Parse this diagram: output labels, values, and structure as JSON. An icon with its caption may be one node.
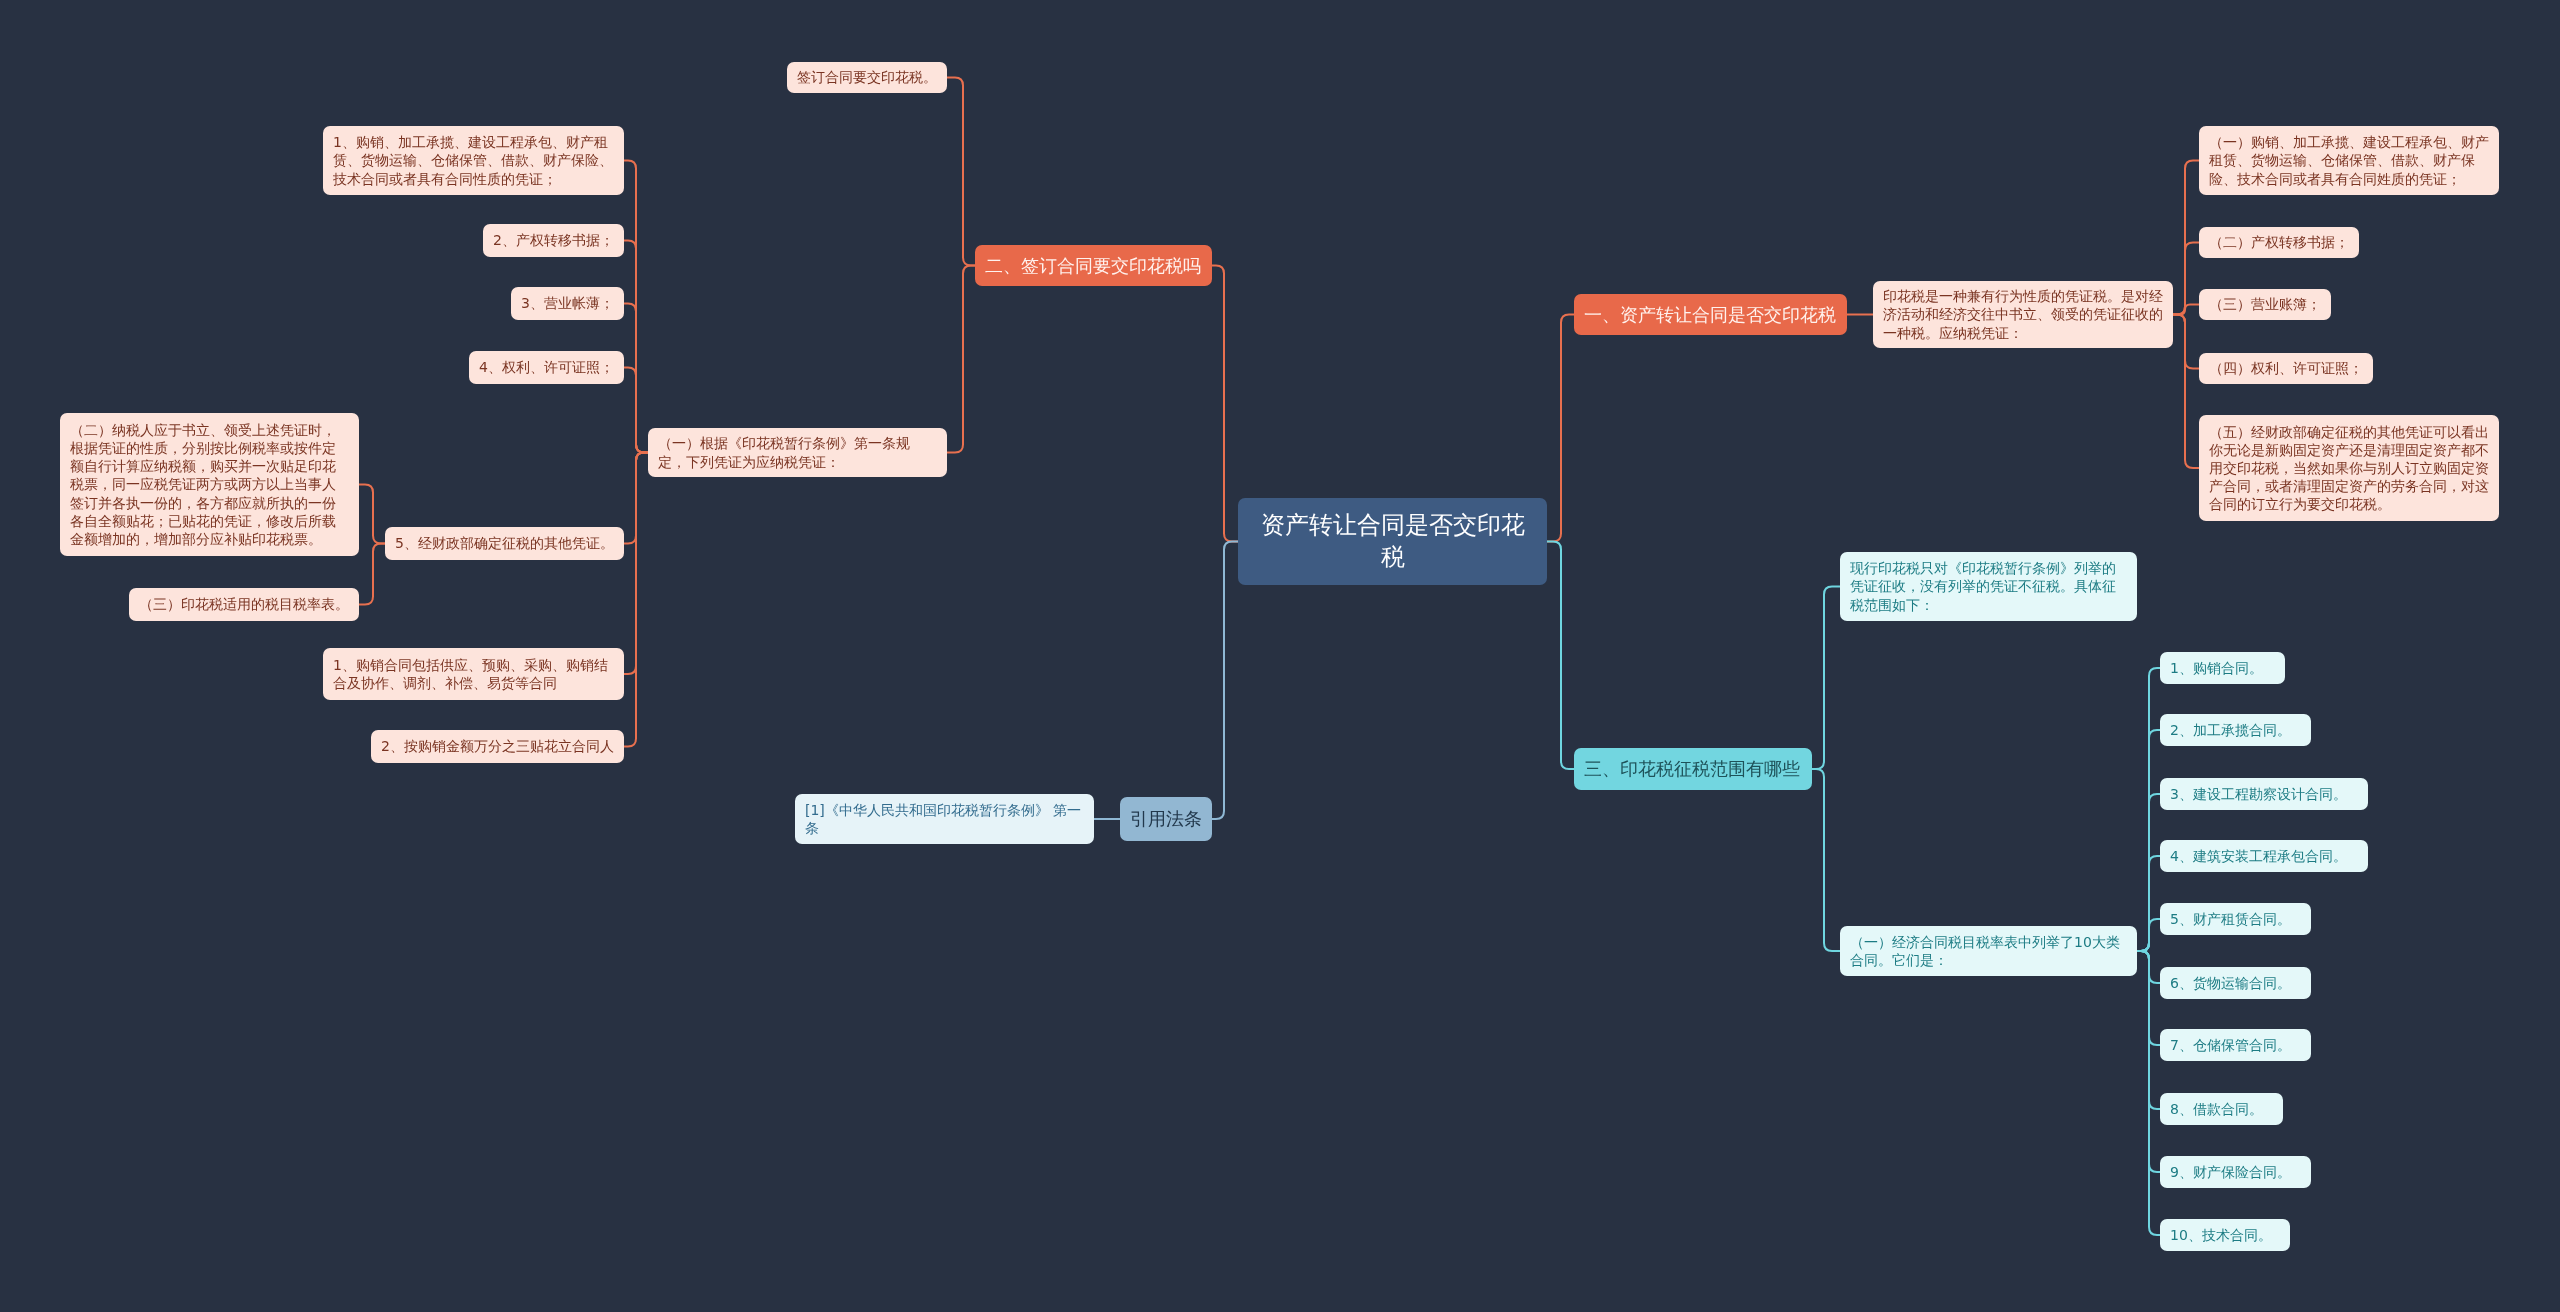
{
  "diagram": {
    "nodes": [
      {
        "text": [
          "资产转让合同是否交印花税"
        ]
      },
      {
        "text": [
          "二、签订合同要交印花税吗"
        ]
      },
      {
        "text": [
          "签订合同要交印花税。"
        ]
      },
      {
        "text": [
          "（一）根据《印花税暂行条例》第一条规定，下列凭证为应纳税凭证："
        ]
      },
      {
        "text": [
          "1、购销、加工承揽、建设工程承包、财产租赁、货物运输、仓储保管、借款、财产保险、技术合同或者具有合同性质的凭证；"
        ]
      },
      {
        "text": [
          "2、产权转移书据；"
        ]
      },
      {
        "text": [
          "3、营业帐薄；"
        ]
      },
      {
        "text": [
          "4、权利、许可证照；"
        ]
      },
      {
        "text": [
          "5、经财政部确定征税的其他凭证。"
        ]
      },
      {
        "text": [
          "（二）纳税人应于书立、领受上述凭证时，根据凭证的性质，分别按比例税率或按件定额自行计算应纳税额，购买并一次贴足印花税票，同一应税凭证两方或两方以上当事人签订并各执一份的，各方都应就所执的一份各自全额贴花；已贴花的凭证，修改后所载金额增加的，增加部分应补贴印花税票。"
        ]
      },
      {
        "text": [
          "（三）印花税适用的税目税率表。"
        ]
      },
      {
        "text": [
          "1、购销合同包括供应、预购、采购、购销结合及协作、调剂、补偿、易货等合同"
        ]
      },
      {
        "text": [
          "2、按购销金额万分之三贴花立合同人"
        ]
      },
      {
        "text": [
          "引用法条"
        ]
      },
      {
        "text": [
          "[1]《中华人民共和国印花税暂行条例》 第一条"
        ]
      },
      {
        "text": [
          "一、资产转让合同是否交印花税"
        ]
      },
      {
        "text": [
          "印花税是一种兼有行为性质的凭证税。是对经济活动和经济交往中书立、领受的凭证征收的一种税。应纳税凭证："
        ]
      },
      {
        "text": [
          "（一）购销、加工承揽、建设工程承包、财产租赁、货物运输、仓储保管、借款、财产保险、技术合同或者具有合同姓质的凭证；"
        ]
      },
      {
        "text": [
          "（二）产权转移书据；"
        ]
      },
      {
        "text": [
          "（三）营业账簿；"
        ]
      },
      {
        "text": [
          "（四）权利、许可证照；"
        ]
      },
      {
        "text": [
          "（五）经财政部确定征税的其他凭证可以看出你无论是新购固定资产还是清理固定资产都不用交印花税，当然如果你与别人订立购固定资产合同，或者清理固定资产的劳务合同，对这合同的订立行为要交印花税。"
        ]
      },
      {
        "text": [
          "三、印花税征税范围有哪些"
        ]
      },
      {
        "text": [
          "现行印花税只对《印花税暂行条例》列举的凭证征收，没有列举的凭证不征税。具体征税范围如下："
        ]
      },
      {
        "text": [
          "（一）经济合同税目税率表中列举了10大类合同。它们是："
        ]
      },
      {
        "text": [
          "1、购销合同。"
        ]
      },
      {
        "text": [
          "2、加工承揽合同。"
        ]
      },
      {
        "text": [
          "3、建设工程勘察设计合同。"
        ]
      },
      {
        "text": [
          "4、建筑安装工程承包合同。"
        ]
      },
      {
        "text": [
          "5、财产租赁合同。"
        ]
      },
      {
        "text": [
          "6、货物运输合同。"
        ]
      },
      {
        "text": [
          "7、仓储保管合同。"
        ]
      },
      {
        "text": [
          "8、借款合同。"
        ]
      },
      {
        "text": [
          "9、财产保险合同。"
        ]
      },
      {
        "text": [
          "10、技术合同。"
        ]
      }
    ],
    "edges": [
      {
        "from": 0,
        "to": 1,
        "arrow": "none"
      },
      {
        "from": 1,
        "to": 2,
        "arrow": "none"
      },
      {
        "from": 1,
        "to": 3,
        "arrow": "none"
      },
      {
        "from": 3,
        "to": 4,
        "arrow": "none"
      },
      {
        "from": 3,
        "to": 5,
        "arrow": "none"
      },
      {
        "from": 3,
        "to": 6,
        "arrow": "none"
      },
      {
        "from": 3,
        "to": 7,
        "arrow": "none"
      },
      {
        "from": 3,
        "to": 8,
        "arrow": "none"
      },
      {
        "from": 8,
        "to": 9,
        "arrow": "none"
      },
      {
        "from": 8,
        "to": 10,
        "arrow": "none"
      },
      {
        "from": 3,
        "to": 11,
        "arrow": "none"
      },
      {
        "from": 3,
        "to": 12,
        "arrow": "none"
      },
      {
        "from": 0,
        "to": 13,
        "arrow": "none",
        "color": "#8fb8d4"
      },
      {
        "from": 13,
        "to": 14,
        "arrow": "none",
        "color": "#8fb8d4"
      },
      {
        "from": 0,
        "to": 15,
        "arrow": "none"
      },
      {
        "from": 15,
        "to": 16,
        "arrow": "none"
      },
      {
        "from": 16,
        "to": 17,
        "arrow": "none"
      },
      {
        "from": 16,
        "to": 18,
        "arrow": "none"
      },
      {
        "from": 16,
        "to": 19,
        "arrow": "none"
      },
      {
        "from": 16,
        "to": 20,
        "arrow": "none"
      },
      {
        "from": 16,
        "to": 21,
        "arrow": "none"
      },
      {
        "from": 0,
        "to": 22,
        "arrow": "none",
        "color": "#6fd6e0"
      },
      {
        "from": 22,
        "to": 23,
        "arrow": "none",
        "color": "#6fd6e0"
      },
      {
        "from": 22,
        "to": 24,
        "arrow": "none",
        "color": "#6fd6e0"
      },
      {
        "from": 24,
        "to": 25,
        "arrow": "none",
        "color": "#6fd6e0"
      },
      {
        "from": 24,
        "to": 26,
        "arrow": "none",
        "color": "#6fd6e0"
      },
      {
        "from": 24,
        "to": 27,
        "arrow": "none",
        "color": "#6fd6e0"
      },
      {
        "from": 24,
        "to": 28,
        "arrow": "none",
        "color": "#6fd6e0"
      },
      {
        "from": 24,
        "to": 29,
        "arrow": "none",
        "color": "#6fd6e0"
      },
      {
        "from": 24,
        "to": 30,
        "arrow": "none",
        "color": "#6fd6e0"
      },
      {
        "from": 24,
        "to": 31,
        "arrow": "none",
        "color": "#6fd6e0"
      },
      {
        "from": 24,
        "to": 32,
        "arrow": "none",
        "color": "#6fd6e0"
      },
      {
        "from": 24,
        "to": 33,
        "arrow": "none",
        "color": "#6fd6e0"
      },
      {
        "from": 24,
        "to": 34,
        "arrow": "none",
        "color": "#6fd6e0"
      }
    ]
  }
}
